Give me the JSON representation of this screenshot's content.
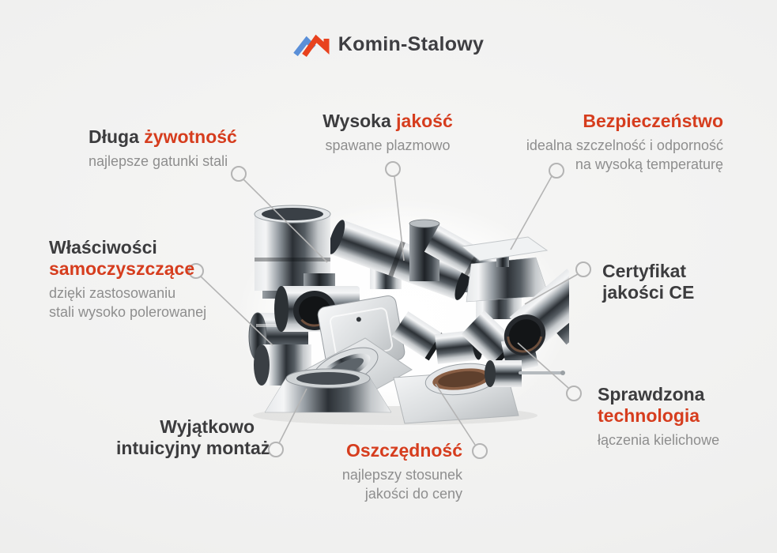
{
  "brand": {
    "name": "Komin-Stalowy"
  },
  "colors": {
    "accent": "#d63d1e",
    "heading": "#3c3c3e",
    "subtitle": "#8e8e8e",
    "connector": "#b4b4b4",
    "background": "#f0f0ef",
    "logo_blue": "#5a8fd8",
    "logo_red": "#e8421e"
  },
  "features": {
    "longevity": {
      "title_dark": "Długa ",
      "title_accent": "żywotność",
      "sub1": "najlepsze gatunki stali"
    },
    "quality": {
      "title_dark": "Wysoka ",
      "title_accent": "jakość",
      "sub1": "spawane plazmowo"
    },
    "safety": {
      "title_accent": "Bezpieczeństwo",
      "sub1": "idealna szczelność i odporność",
      "sub2": "na wysoką temperaturę"
    },
    "selfclean": {
      "title_dark": "Właściwości",
      "title_accent": "samoczyszczące",
      "sub1": "dzięki zastosowaniu",
      "sub2": "stali wysoko polerowanej"
    },
    "certificate": {
      "title_line1": "Certyfikat",
      "title_line2": "jakości CE"
    },
    "technology": {
      "title_dark": "Sprawdzona",
      "title_accent": "technologia",
      "sub1": "łączenia kielichowe"
    },
    "assembly": {
      "title_line1": "Wyjątkowo",
      "title_line2": "intuicyjny montaż"
    },
    "economy": {
      "title_accent": "Oszczędność",
      "sub1": "najlepszy stosunek",
      "sub2": "jakości do ceny"
    }
  }
}
